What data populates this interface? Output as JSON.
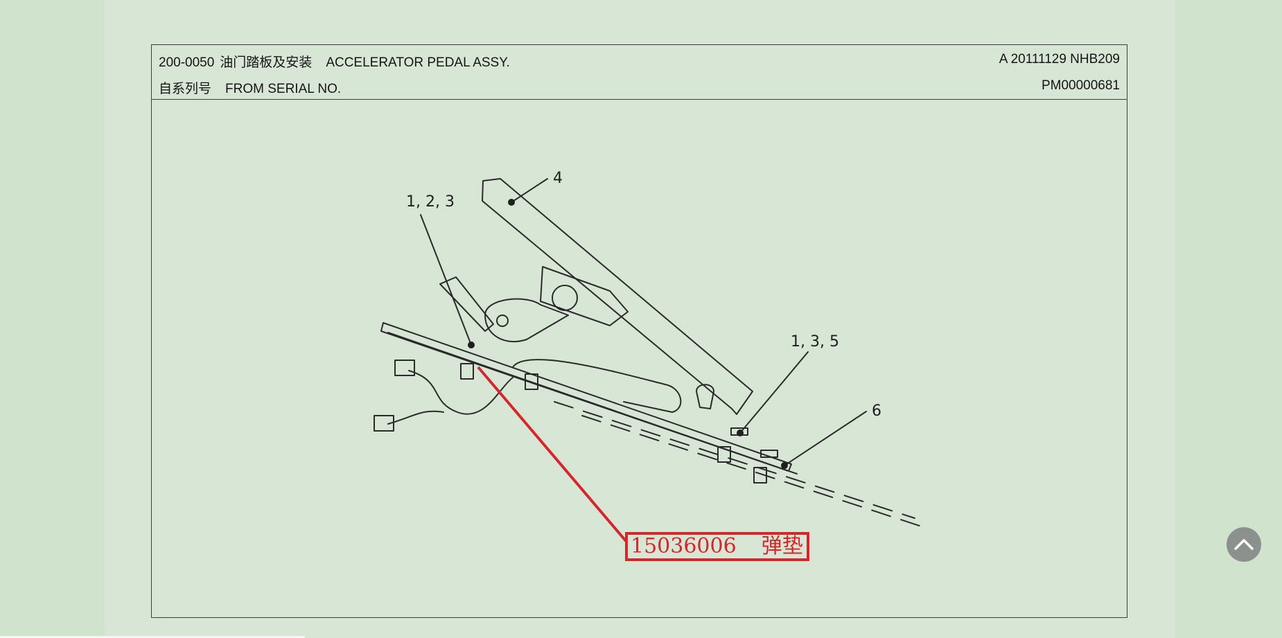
{
  "header": {
    "part_code": "200-0050",
    "title_cn": "油门踏板及安装",
    "title_en": "ACCELERATOR PEDAL ASSY.",
    "serial_label_cn": "自系列号",
    "serial_label_en": "FROM SERIAL NO.",
    "revision": "A 20111129 NHB209",
    "serial_number": "PM00000681"
  },
  "diagram": {
    "callouts": [
      "4",
      "1, 2, 3",
      "1, 3, 5",
      "6"
    ]
  },
  "highlight": {
    "part_number": "15036006",
    "part_name": "弹垫",
    "color": "#d6262c"
  },
  "controls": {
    "back_to_top_icon": "chevron-up-icon"
  }
}
